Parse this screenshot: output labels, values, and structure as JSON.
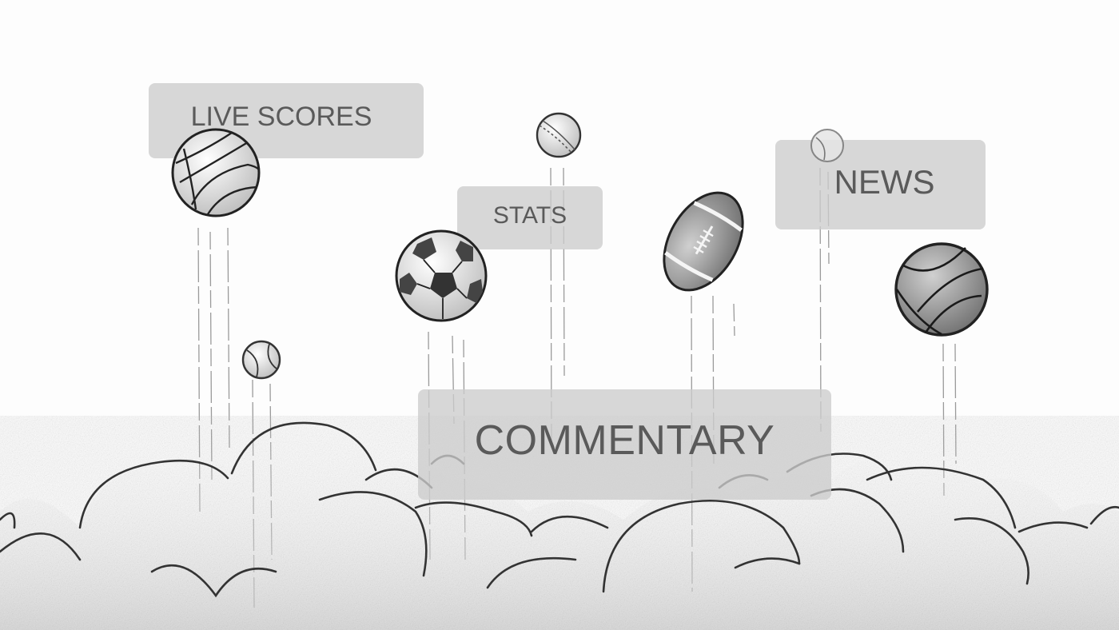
{
  "labels": {
    "live_scores": "LIVE SCORES",
    "stats": "STATS",
    "news": "NEWS",
    "commentary": "COMMENTARY"
  },
  "icons": [
    "volleyball-icon",
    "tennis-ball-icon",
    "cricket-ball-icon",
    "soccer-ball-icon",
    "american-football-icon",
    "basketball-icon"
  ],
  "colors": {
    "background": "#fdfdfd",
    "pill": "#cccccc",
    "pill_text": "#5a5a5a",
    "sketch_ink": "#2b2b2b"
  }
}
